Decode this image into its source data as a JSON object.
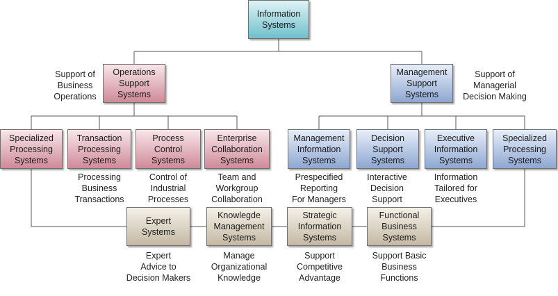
{
  "colors": {
    "root_fill": "#6fc0cb",
    "operations_fill": "#cf8a98",
    "management_fill": "#8ea7d1",
    "other_fill": "#c4b8a3",
    "connector": "#555555"
  },
  "root": {
    "label": "Information\nSystems"
  },
  "operations": {
    "label": "Operations\nSupport\nSystems",
    "note": "Support of\nBusiness\nOperations",
    "children": [
      {
        "label": "Specialized\nProcessing\nSystems",
        "note": ""
      },
      {
        "label": "Transaction\nProcessing\nSystems",
        "note": "Processing\nBusiness\nTransactions"
      },
      {
        "label": "Process\nControl\nSystems",
        "note": "Control of\nIndustrial\nProcesses"
      },
      {
        "label": "Enterprise\nCollaboration\nSystems",
        "note": "Team and\nWorkgroup\nCollaboration"
      }
    ]
  },
  "management": {
    "label": "Management\nSupport\nSystems",
    "note": "Support of\nManagerial\nDecision Making",
    "children": [
      {
        "label": "Management\nInformation\nSystems",
        "note": "Prespecified\nReporting\nFor Managers"
      },
      {
        "label": "Decision\nSupport\nSystems",
        "note": "Interactive\nDecision\nSupport"
      },
      {
        "label": "Executive\nInformation\nSystems",
        "note": "Information\nTailored for\nExecutives"
      },
      {
        "label": "Specialized\nProcessing\nSystems",
        "note": ""
      }
    ]
  },
  "other": [
    {
      "label": "Expert\nSystems",
      "note": "Expert\nAdvice to\nDecision Makers"
    },
    {
      "label": "Knowlegde\nManagement\nSystems",
      "note": "Manage\nOrganizational\nKnowledge"
    },
    {
      "label": "Strategic\nInformation\nSystems",
      "note": "Support\nCompetitive\nAdvantage"
    },
    {
      "label": "Functional\nBusiness\nSystems",
      "note": "Support Basic\nBusiness\nFunctions"
    }
  ]
}
